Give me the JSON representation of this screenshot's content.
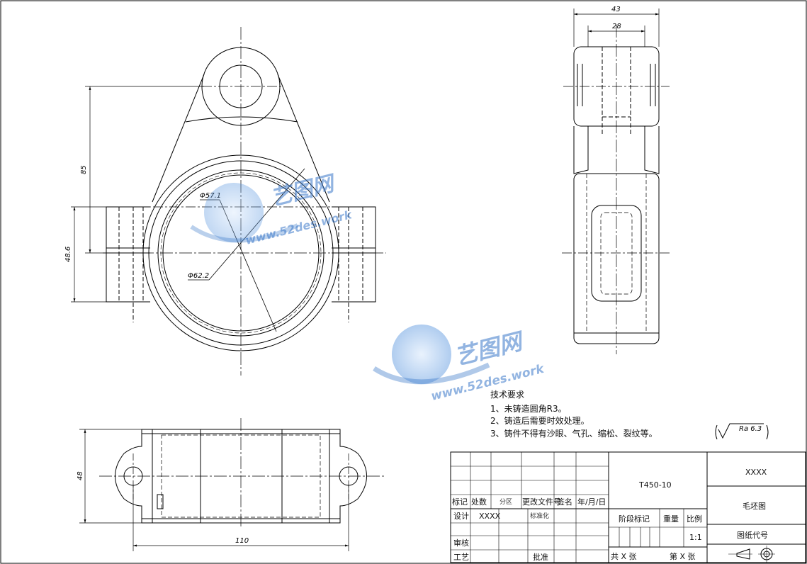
{
  "dimensions": {
    "front_height": "85",
    "front_side_height": "48.6",
    "dia_inner": "Φ57.1",
    "dia_outer": "Φ62.2",
    "side_total_width": "43",
    "side_inner_width": "28",
    "bottom_height": "48",
    "bottom_width": "110"
  },
  "tech_requirements": {
    "title": "技术要求",
    "items": [
      "1、未铸造圆角R3。",
      "2、铸造后需要时效处理。",
      "3、铸件不得有沙眼、气孔、缩松、裂纹等。"
    ]
  },
  "roughness": "Ra 6.3",
  "title_block": {
    "drawing_number": "T450-10",
    "company": "XXXX",
    "drawing_name": "毛坯图",
    "drawing_code_label": "图纸代号",
    "revision_headers": [
      "标记",
      "处数",
      "分区",
      "更改文件号",
      "签名",
      "年/月/日"
    ],
    "design_label": "设计",
    "design_value": "XXXX",
    "standardize_label": "标准化",
    "review_label": "审核",
    "process_label": "工艺",
    "approve_label": "批准",
    "stage_label": "阶段标记",
    "weight_label": "重量",
    "scale_label": "比例",
    "scale_value": "1:1",
    "sheets_total": "共 X 张",
    "sheet_number": "第 X 张"
  },
  "watermark": {
    "brand": "艺图网",
    "url": "www.52des.work"
  }
}
